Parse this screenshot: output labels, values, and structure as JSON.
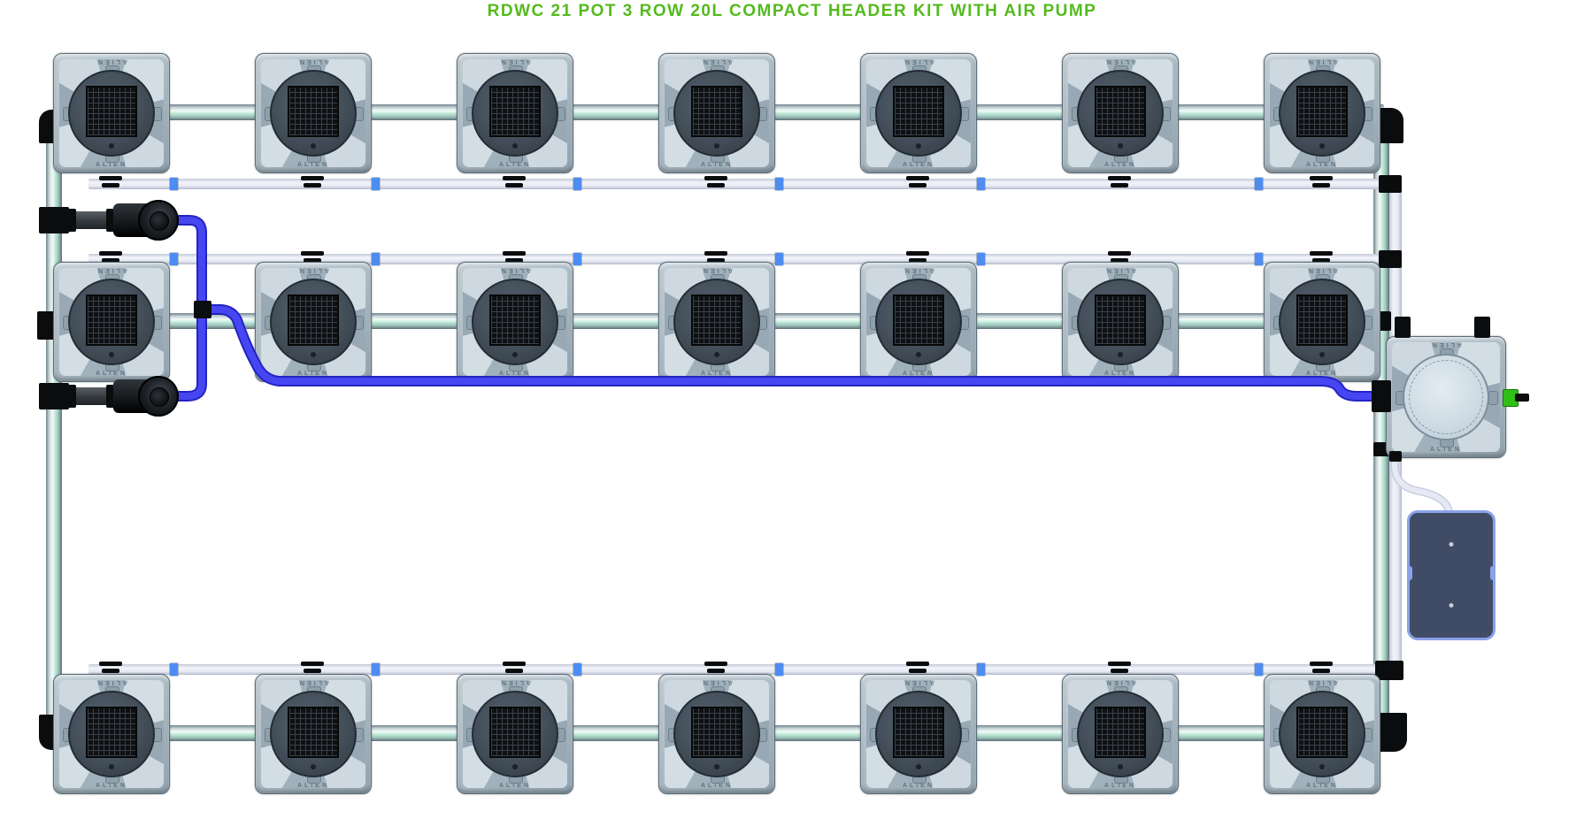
{
  "title": {
    "text": "RDWC 21 POT 3 ROW 20L COMPACT HEADER KIT WITH AIR PUMP",
    "color": "#54ba1e"
  },
  "brand_label": "ALIEN",
  "kit": {
    "rows": 3,
    "pots_per_row": 7,
    "total_pots": 21,
    "pot_volume_label": "20L",
    "header_tank_count": 1,
    "inline_pump_count": 2,
    "air_pump_count": 1
  },
  "colors": {
    "title_green": "#54ba1e",
    "tube_blue": "#3434e8",
    "tube_blue_dark": "#2424c2",
    "tube_blue_light": "#4646f2",
    "clip_blue": "#4d8df2",
    "fitting_black": "#0b0c0d",
    "pot_body": "#aebcc6",
    "pot_lid": "#46525d",
    "tank_lid": "#d3dfe8",
    "valve_green": "#2fbf17",
    "air_pump_fill": "#404c66",
    "air_pump_border": "#8ba1e8",
    "air_hose": "#e6e9f4",
    "air_hose_dark": "#c6cbdf"
  }
}
